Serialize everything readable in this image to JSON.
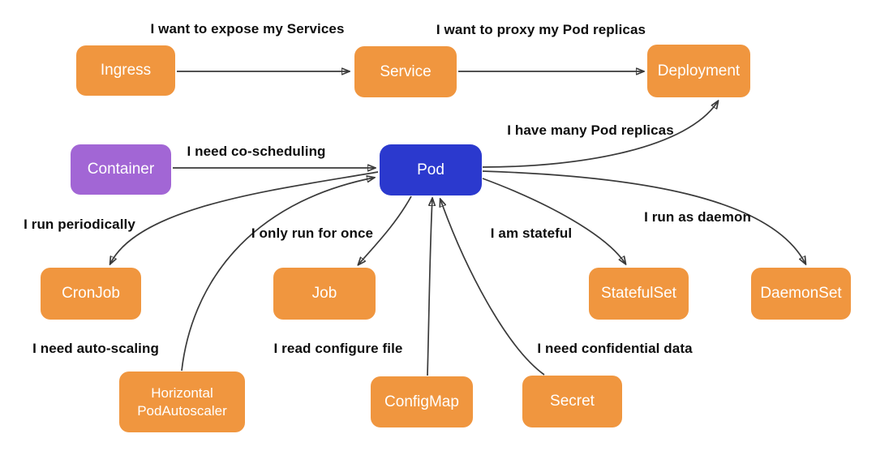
{
  "colors": {
    "node_orange": "#F0963F",
    "node_purple": "#A266D5",
    "node_blue": "#2B39CE",
    "edge_stroke": "#3A3A3A",
    "edge_label_text": "#0D0D0D",
    "node_text": "#FFFFFF",
    "background": "#FFFFFF"
  },
  "nodes": {
    "ingress": {
      "label": "Ingress",
      "color": "#F0963F"
    },
    "service": {
      "label": "Service",
      "color": "#F0963F"
    },
    "deployment": {
      "label": "Deployment",
      "color": "#F0963F"
    },
    "container": {
      "label": "Container",
      "color": "#A266D5"
    },
    "pod": {
      "label": "Pod",
      "color": "#2B39CE"
    },
    "cronjob": {
      "label": "CronJob",
      "color": "#F0963F"
    },
    "job": {
      "label": "Job",
      "color": "#F0963F"
    },
    "statefulset": {
      "label": "StatefulSet",
      "color": "#F0963F"
    },
    "daemonset": {
      "label": "DaemonSet",
      "color": "#F0963F"
    },
    "hpa": {
      "label": "Horizontal PodAutoscaler",
      "color": "#F0963F"
    },
    "configmap": {
      "label": "ConfigMap",
      "color": "#F0963F"
    },
    "secret": {
      "label": "Secret",
      "color": "#F0963F"
    }
  },
  "edges": {
    "ingress_service": {
      "from": "Ingress",
      "to": "Service",
      "label": "I want to expose my Services"
    },
    "service_deployment": {
      "from": "Service",
      "to": "Deployment",
      "label": "I want to proxy my Pod replicas"
    },
    "container_pod": {
      "from": "Container",
      "to": "Pod",
      "label": "I need co-scheduling"
    },
    "pod_deployment": {
      "from": "Pod",
      "to": "Deployment",
      "label": "I have many Pod replicas"
    },
    "pod_cronjob": {
      "from": "Pod",
      "to": "CronJob",
      "label": "I run periodically"
    },
    "pod_job": {
      "from": "Pod",
      "to": "Job",
      "label": "I only run for once"
    },
    "pod_statefulset": {
      "from": "Pod",
      "to": "StatefulSet",
      "label": "I am stateful"
    },
    "pod_daemonset": {
      "from": "Pod",
      "to": "DaemonSet",
      "label": "I run as daemon"
    },
    "hpa_pod": {
      "from": "Horizontal PodAutoscaler",
      "to": "Pod",
      "label": "I need auto-scaling"
    },
    "configmap_pod": {
      "from": "ConfigMap",
      "to": "Pod",
      "label": "I read configure file"
    },
    "secret_pod": {
      "from": "Secret",
      "to": "Pod",
      "label": "I need confidential data"
    }
  }
}
